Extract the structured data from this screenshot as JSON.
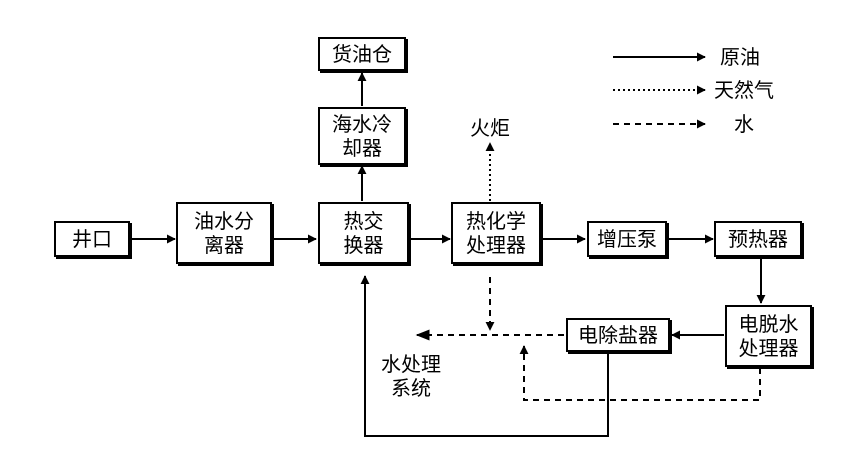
{
  "nodes": {
    "well": "井口",
    "separator": "油水分\n离器",
    "heat_exchanger": "热交\n换器",
    "seawater_cooler": "海水冷\n却器",
    "cargo_tank": "货油仓",
    "thermochem": "热化学\n处理器",
    "booster_pump": "增压泵",
    "preheater": "预热器",
    "electro_dehydrator": "电脱水\n处理器",
    "electro_desalter": "电除盐器"
  },
  "labels": {
    "flare": "火炬",
    "water_treatment": "水处理\n系统"
  },
  "legend": {
    "crude_oil": "原油",
    "natural_gas": "天然气",
    "water": "水"
  },
  "colors": {
    "line": "#000000",
    "background": "#ffffff"
  }
}
